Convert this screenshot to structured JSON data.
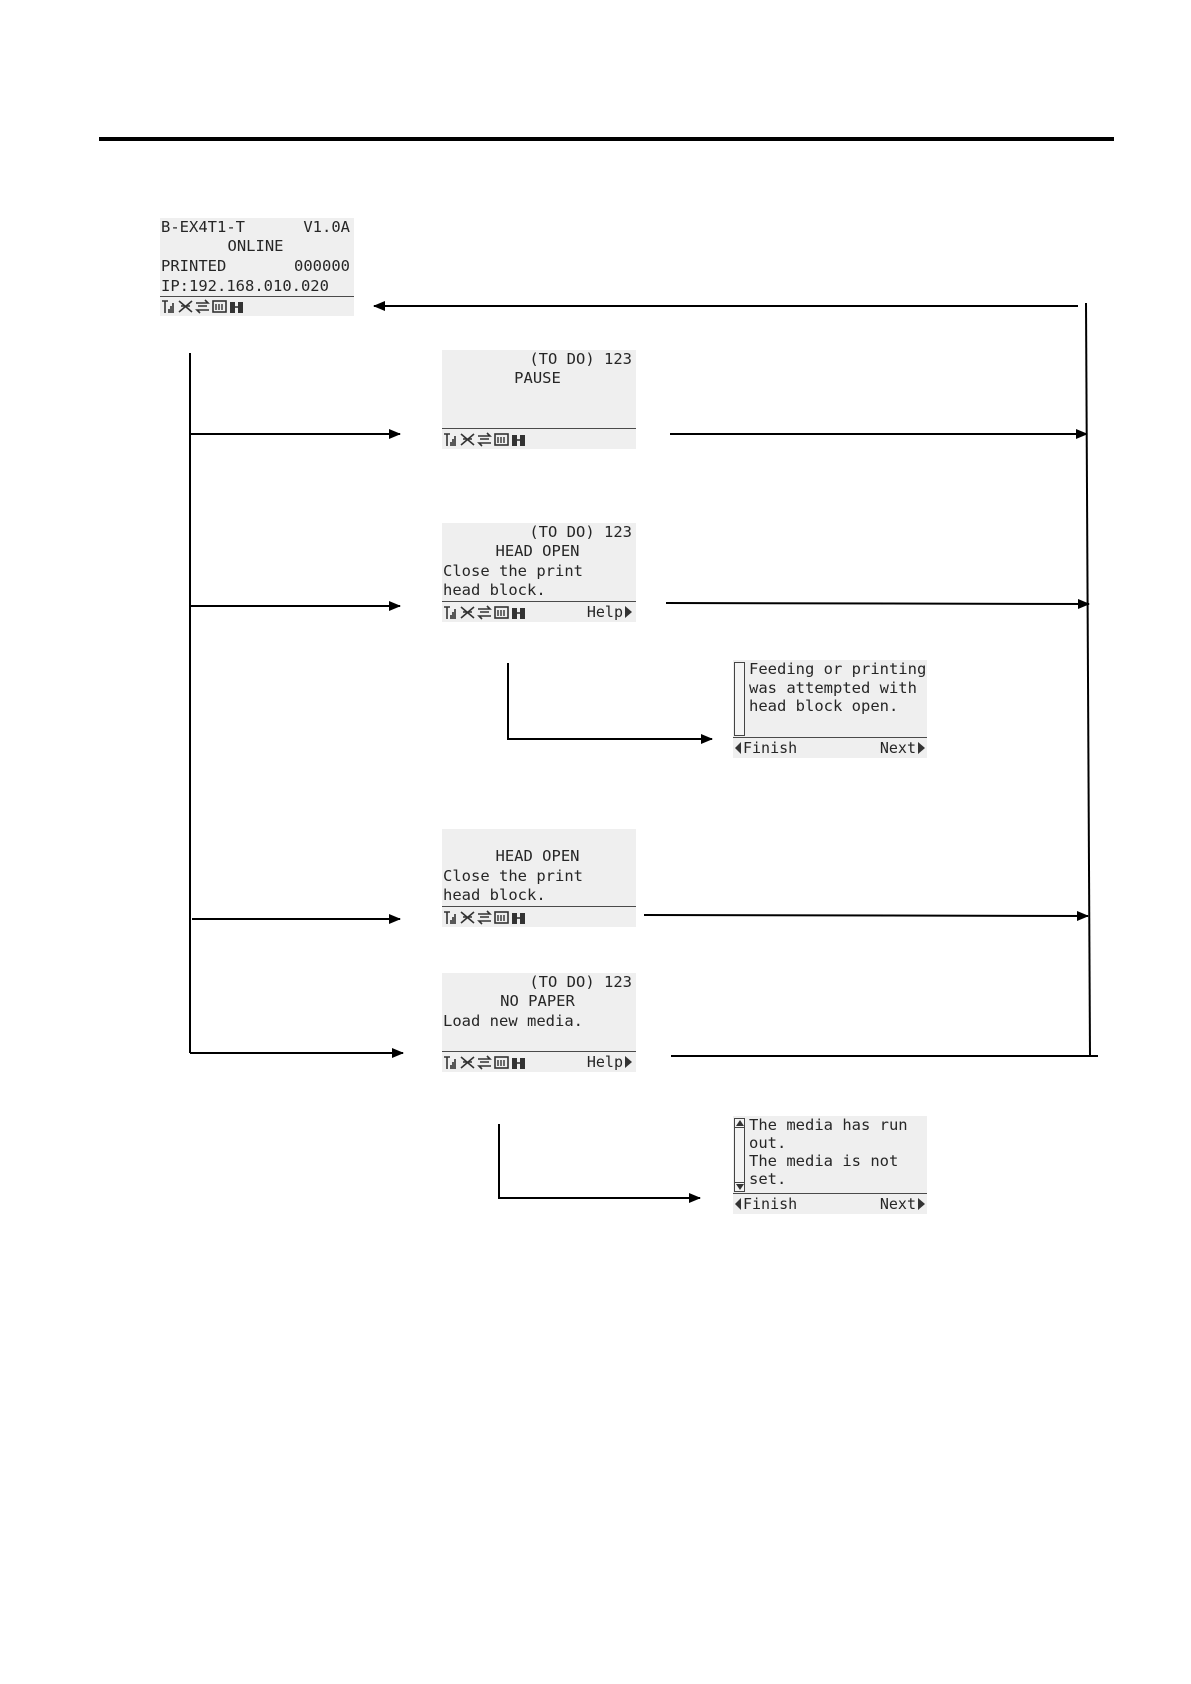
{
  "screens": {
    "online": {
      "model": "B-EX4T1-T",
      "version": "V1.0A",
      "status": "ONLINE",
      "printed_label": "PRINTED",
      "printed_count": "000000",
      "ip": "IP:192.168.010.020"
    },
    "pause": {
      "todo": "(TO DO) 123",
      "status": "PAUSE"
    },
    "head_open_1": {
      "todo": "(TO DO) 123",
      "status": "HEAD OPEN",
      "line1": "Close the print",
      "line2": "head block.",
      "help": "Help"
    },
    "help_head_open": {
      "line1": "Feeding or printing",
      "line2": "was attempted with",
      "line3": "head block open.",
      "finish": "Finish",
      "next": "Next"
    },
    "head_open_2": {
      "status": "HEAD OPEN",
      "line1": "Close the print",
      "line2": "head block."
    },
    "no_paper": {
      "todo": "(TO DO) 123",
      "status": "NO PAPER",
      "line1": "Load new media.",
      "help": "Help"
    },
    "help_no_paper": {
      "line1": "The media has run",
      "line2": "out.",
      "line3": "The media is not",
      "line4": "set.",
      "finish": "Finish",
      "next": "Next"
    }
  },
  "icons": [
    "antenna-icon",
    "network-icon",
    "transfer-icon",
    "memory-icon",
    "ribbon-icon"
  ]
}
